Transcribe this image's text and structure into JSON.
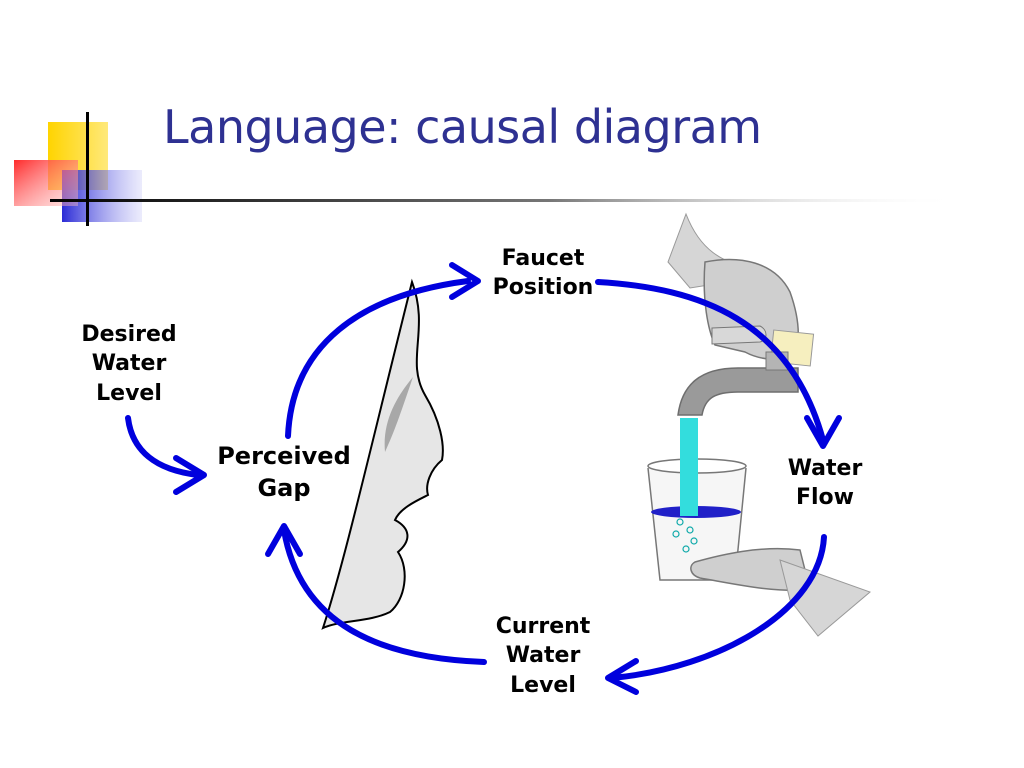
{
  "slide": {
    "title": "Language: causal diagram"
  },
  "diagram": {
    "nodes": {
      "faucet_position": "Faucet\nPosition",
      "desired_water_level": "Desired\nWater\nLevel",
      "perceived_gap": "Perceived\nGap",
      "water_flow": "Water\nFlow",
      "current_water_level": "Current\nWater\nLevel"
    },
    "links": [
      {
        "from": "desired_water_level",
        "to": "perceived_gap"
      },
      {
        "from": "perceived_gap",
        "to": "faucet_position"
      },
      {
        "from": "faucet_position",
        "to": "water_flow"
      },
      {
        "from": "water_flow",
        "to": "current_water_level"
      },
      {
        "from": "current_water_level",
        "to": "perceived_gap"
      }
    ]
  },
  "colors": {
    "title": "#2e3192",
    "arrow": "#0000dd",
    "water": "#33dddd",
    "illustration_gray": "#c8c8c8",
    "accent_yellow": "#ffd400",
    "accent_red": "#ff2a2a",
    "accent_blue": "#2b2bd6"
  }
}
